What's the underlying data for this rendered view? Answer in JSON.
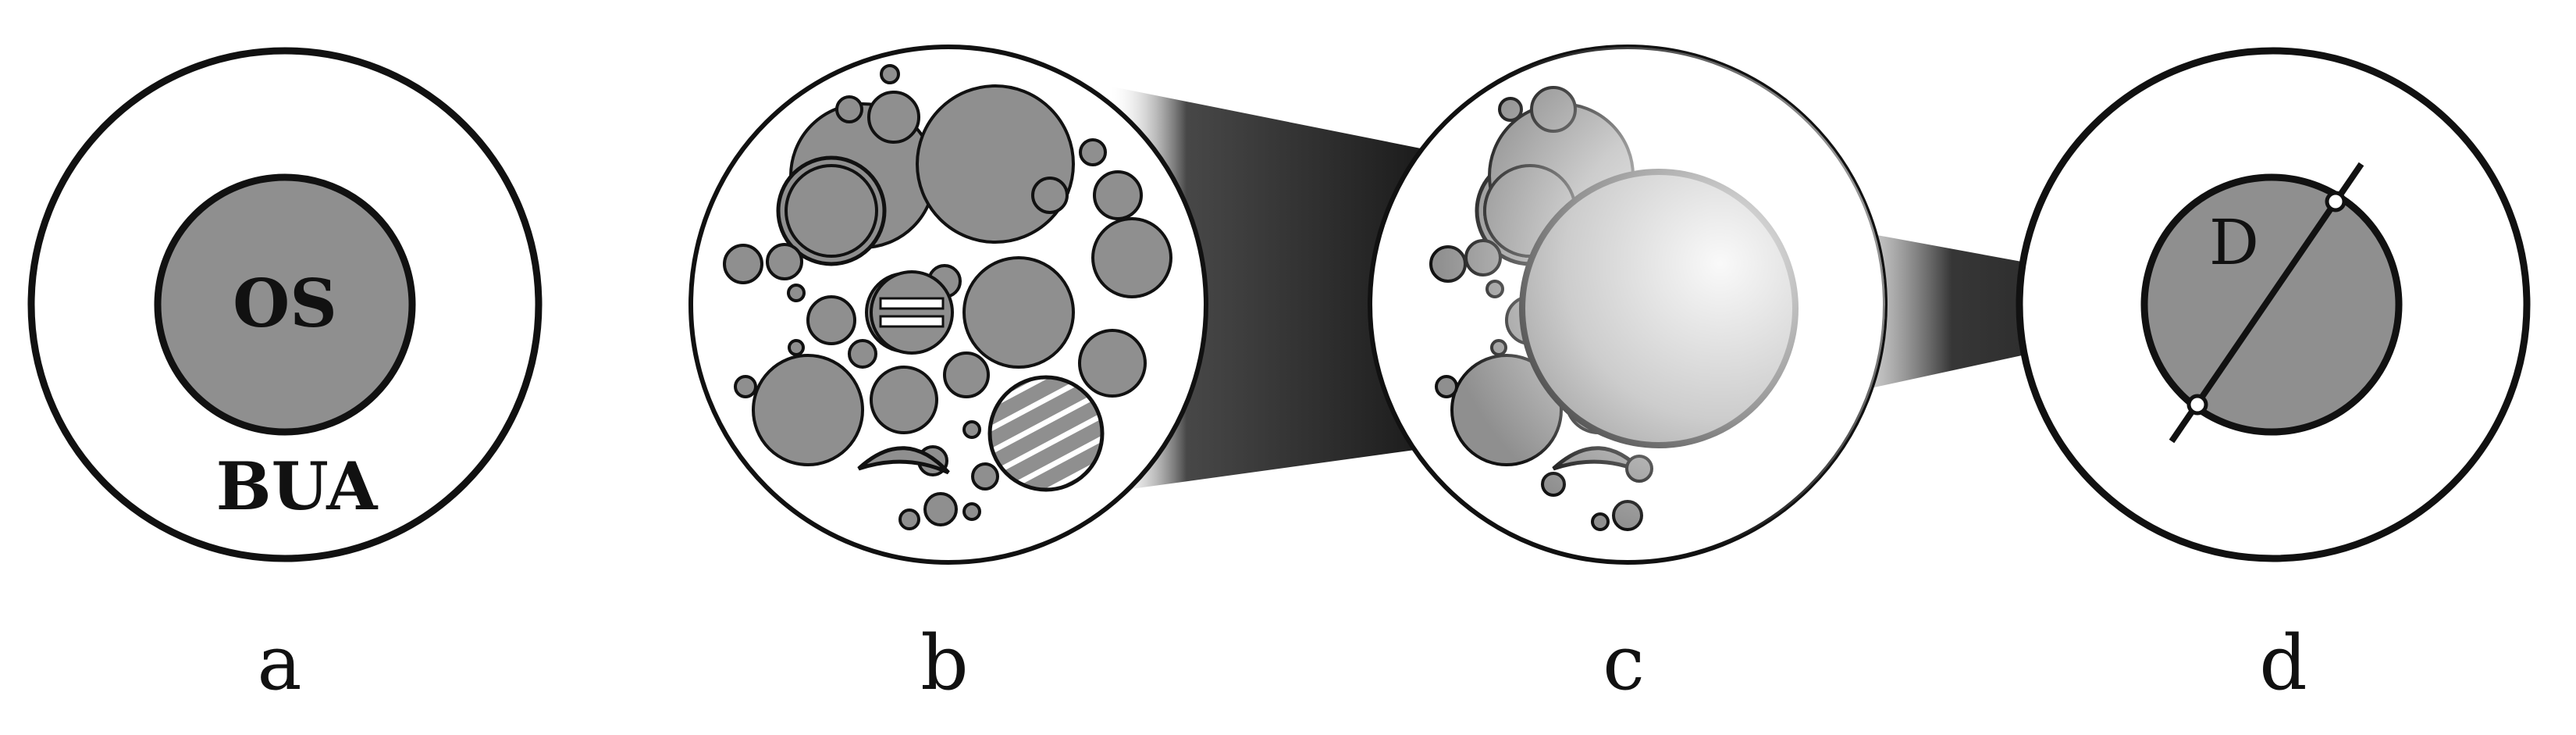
{
  "panels": [
    {
      "id": "a",
      "letter": "a",
      "inner_label": "OS",
      "outer_label": "BUA"
    },
    {
      "id": "b",
      "letter": "b"
    },
    {
      "id": "c",
      "letter": "c"
    },
    {
      "id": "d",
      "letter": "d",
      "diameter_label": "D"
    }
  ],
  "colors": {
    "ink": "#111111",
    "fill_gray": "#8f8f8f",
    "background": "#ffffff"
  }
}
